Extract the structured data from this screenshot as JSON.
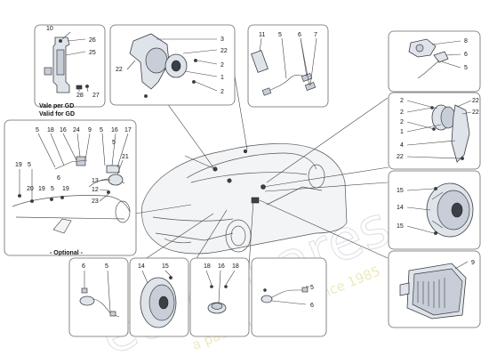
{
  "watermark": {
    "brand": "eurospares",
    "tagline": "a passion for parts since 1985"
  },
  "panels": {
    "bracket": {
      "labels": [
        "10",
        "26",
        "25",
        "28",
        "27"
      ],
      "caption_1": "Vale per GD",
      "caption_2": "Valid for GD"
    },
    "top_speaker": {
      "labels": [
        "3",
        "22",
        "22",
        "2",
        "1",
        "2"
      ]
    },
    "tweeter_cable": {
      "labels": [
        "11",
        "5",
        "6",
        "7"
      ]
    },
    "top_right": {
      "labels": [
        "8",
        "6",
        "5"
      ]
    },
    "right_speaker": {
      "labels": [
        "2",
        "22",
        "2",
        "22",
        "2",
        "1",
        "4",
        "22"
      ]
    },
    "left_cabin": {
      "labels": [
        "5",
        "18",
        "16",
        "24",
        "9",
        "5",
        "16",
        "5",
        "17",
        "6",
        "21",
        "19",
        "5",
        "13",
        "12",
        "20",
        "19",
        "5",
        "19",
        "23"
      ],
      "caption": "- Optional -"
    },
    "subwoofer": {
      "labels": [
        "15",
        "14",
        "15"
      ]
    },
    "amplifier": {
      "labels": [
        "9"
      ]
    },
    "bottom_1": {
      "labels": [
        "6",
        "5"
      ]
    },
    "bottom_2": {
      "labels": [
        "14",
        "15"
      ]
    },
    "bottom_3": {
      "labels": [
        "18",
        "16",
        "18"
      ]
    },
    "bottom_4": {
      "labels": [
        "5",
        "6"
      ]
    }
  },
  "colors": {
    "frame": "#6a6a6a",
    "part_fill": "#dfe3ea",
    "line": "#3c3f44",
    "watermark": "#b9c0ca"
  }
}
